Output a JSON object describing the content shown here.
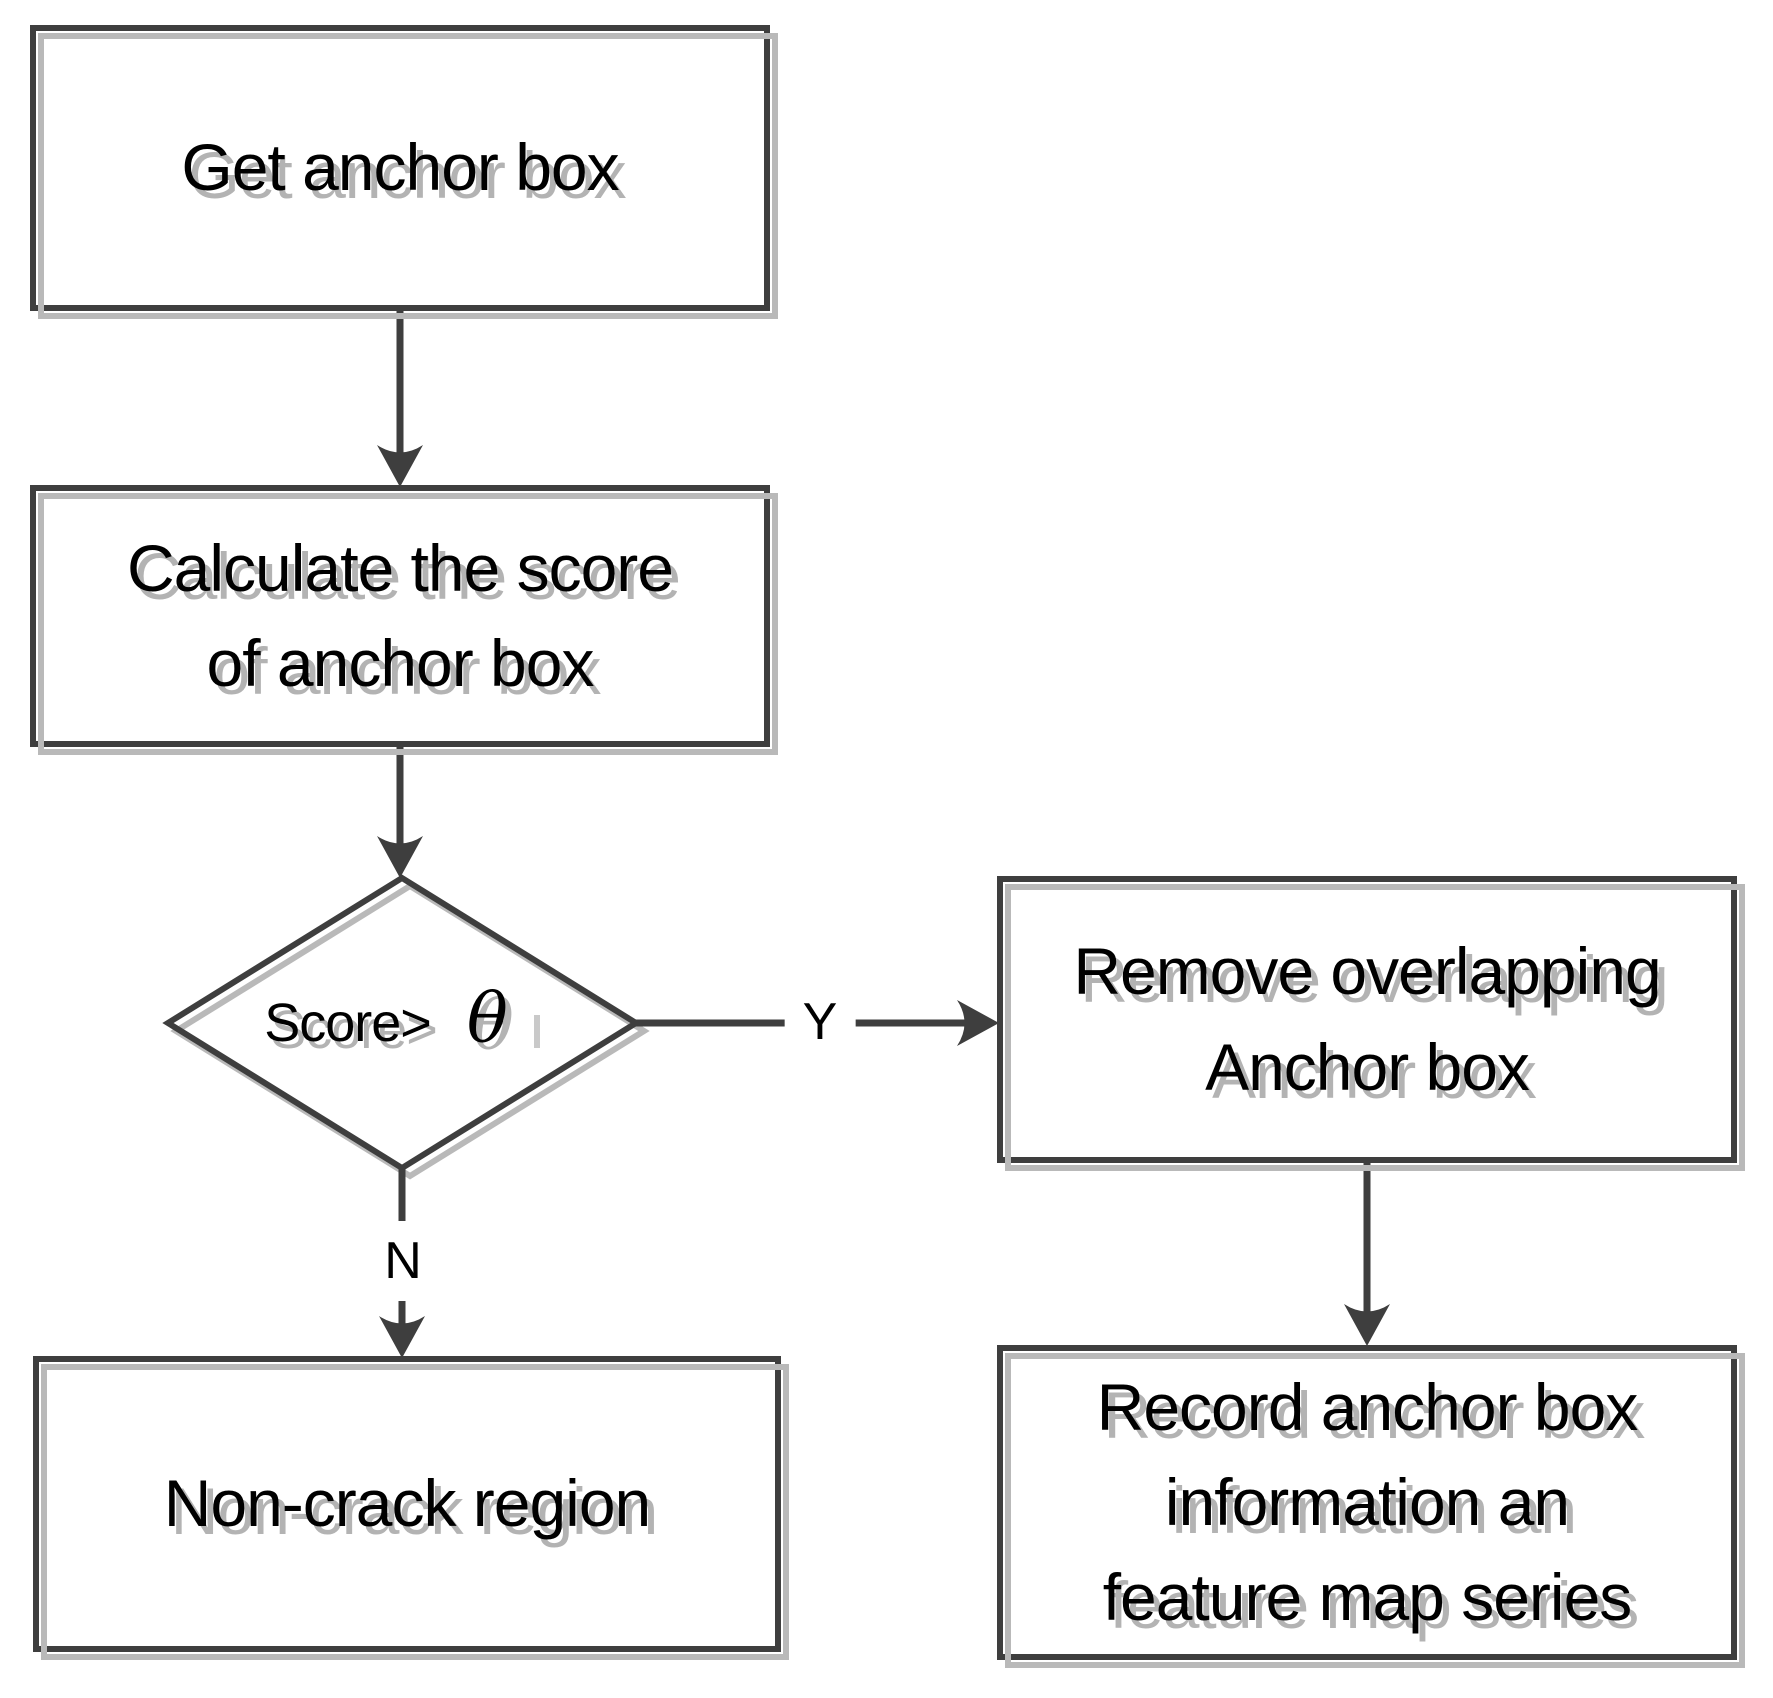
{
  "colors": {
    "background": "#ffffff",
    "stroke": "#3e3e3e",
    "shadow": "#b9b9b9",
    "text": "#000000",
    "text_shadow": "#b3b3b3"
  },
  "nodes": {
    "get_anchor_box": {
      "label": "Get anchor box"
    },
    "calculate_score": {
      "label": "Calculate the score\nof anchor box"
    },
    "decision": {
      "condition": "Score>",
      "threshold_symbol": "θ"
    },
    "remove_overlapping": {
      "label": "Remove overlapping\nAnchor box"
    },
    "non_crack_region": {
      "label": "Non-crack region"
    },
    "record_anchor_box": {
      "label": "Record anchor box\ninformation an\nfeature map series"
    }
  },
  "edges": {
    "yes_label": "Y",
    "no_label": "N"
  }
}
